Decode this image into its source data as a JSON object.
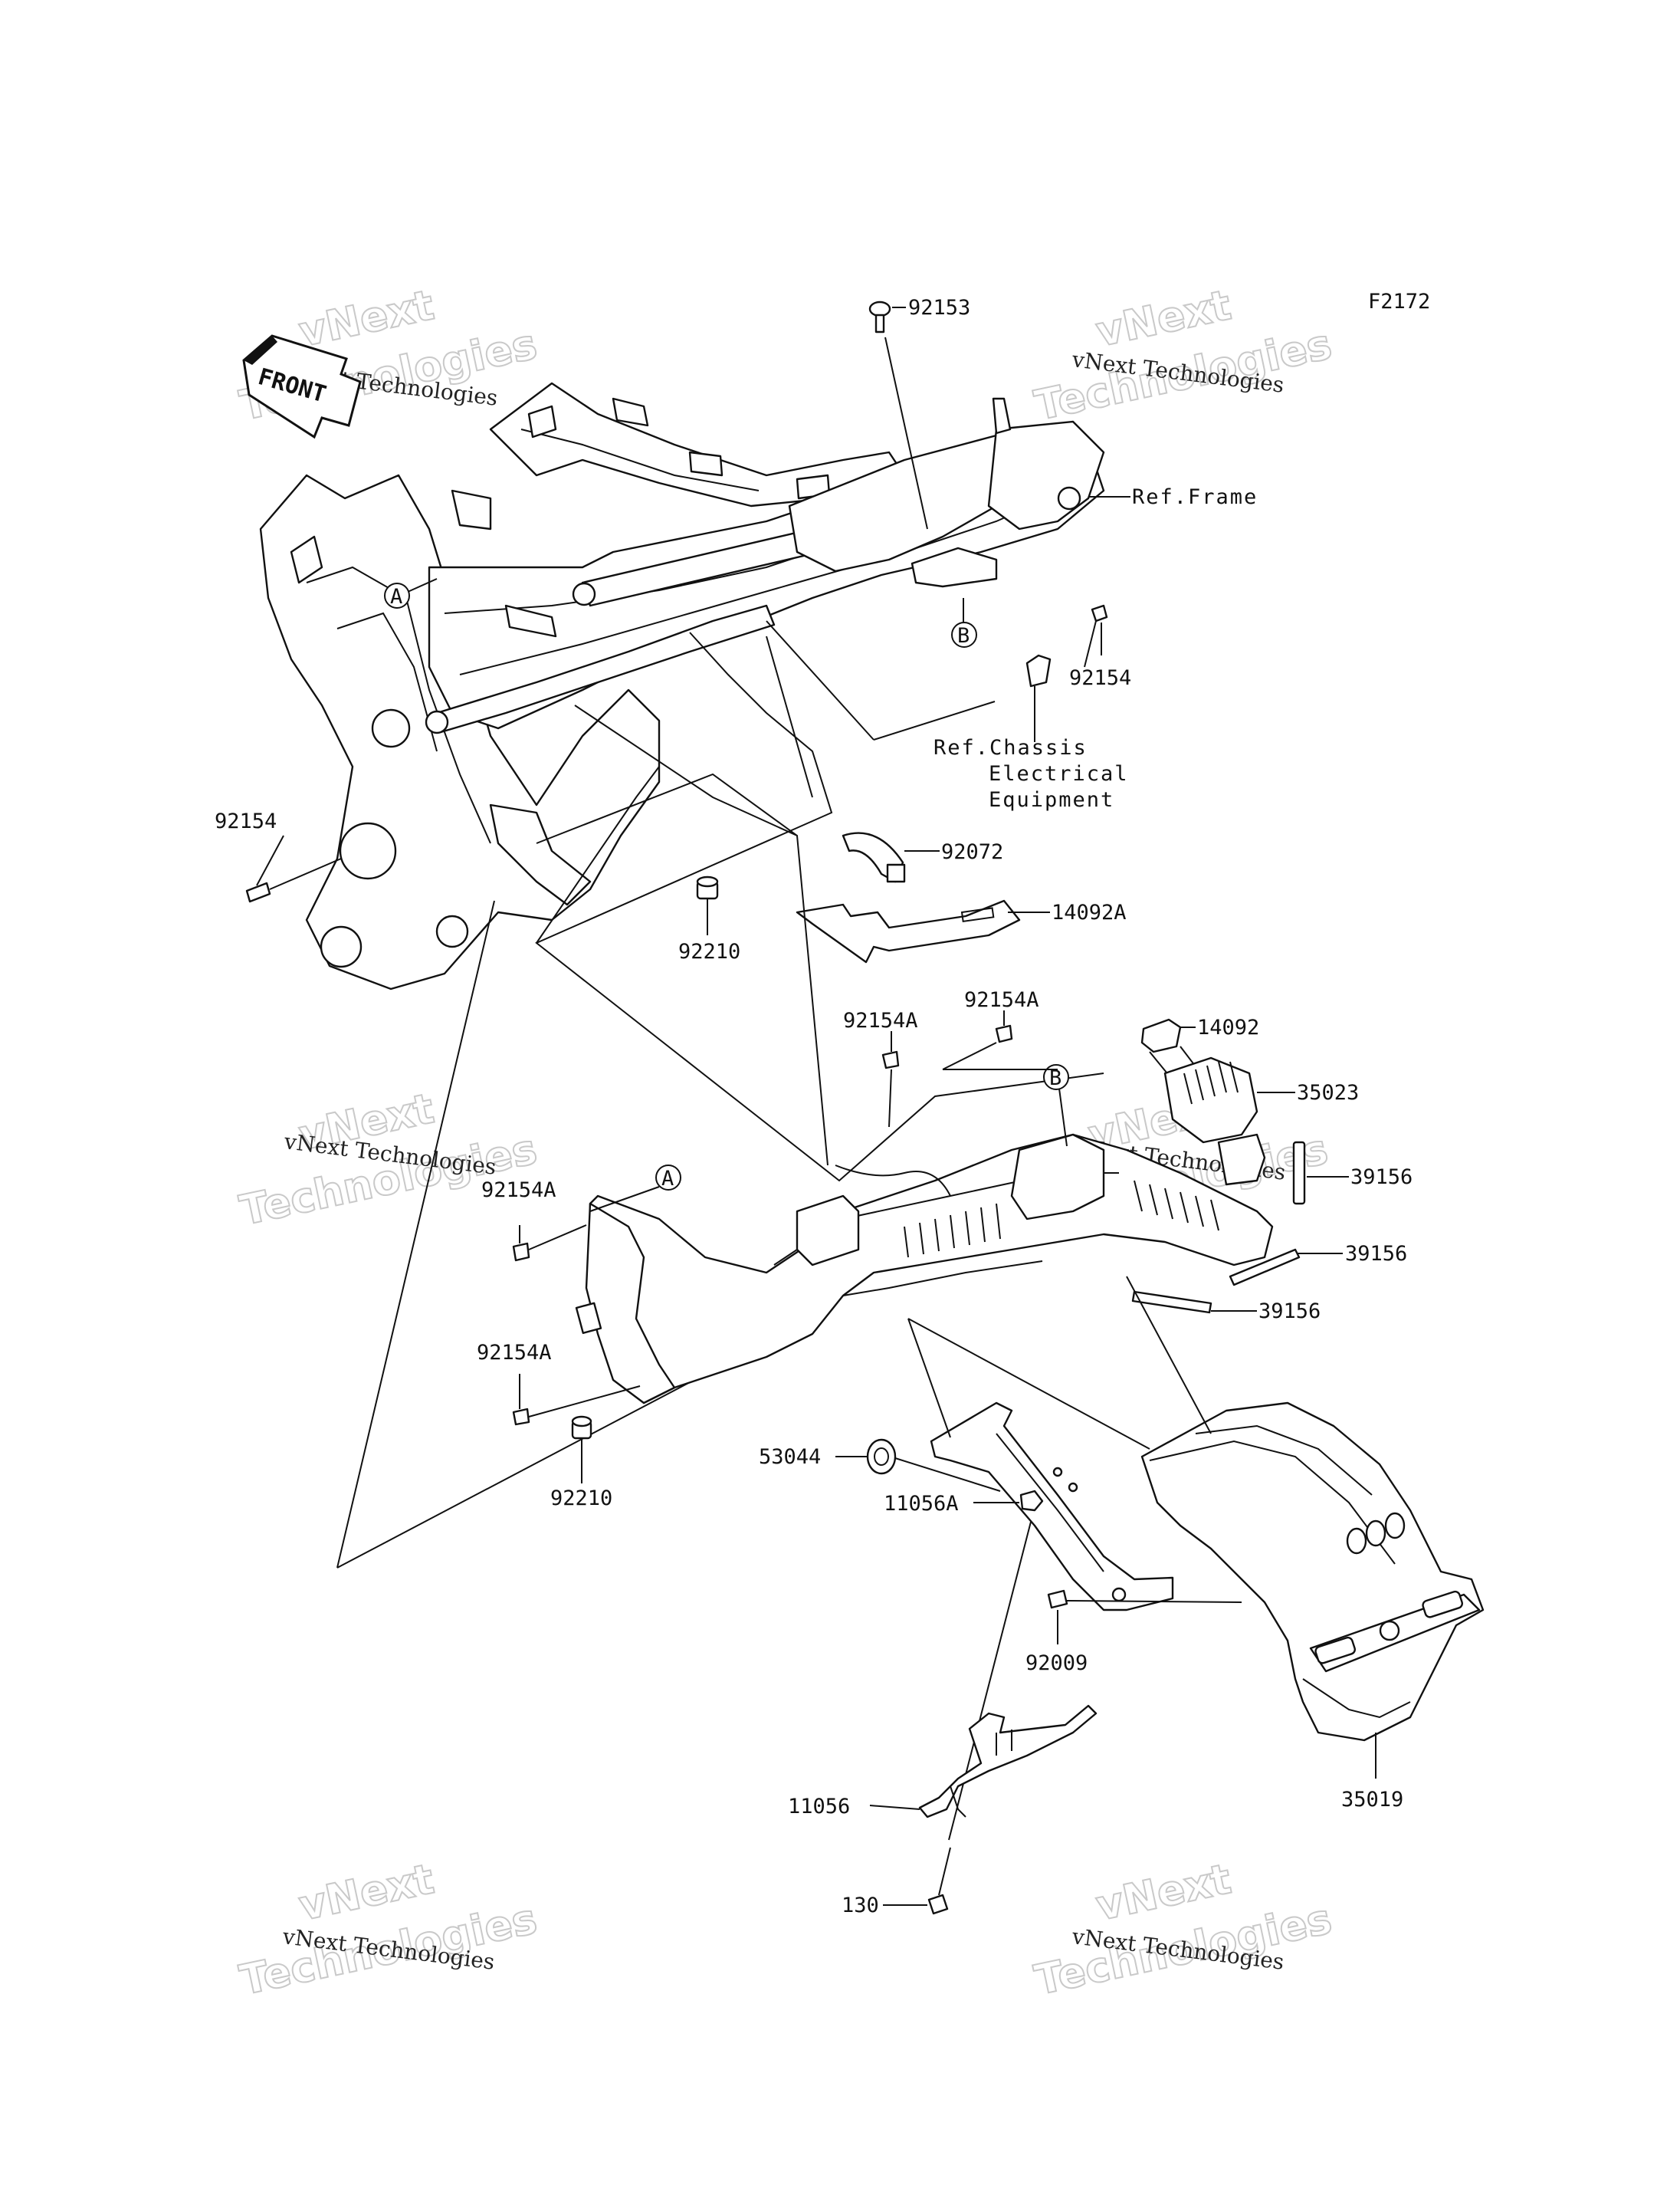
{
  "figure_code": "F2172",
  "front_arrow_label": "FRONT",
  "callout_letters": [
    "A",
    "B"
  ],
  "watermark": {
    "line1": "vNext Technologies",
    "line2": "vNext",
    "line3": "Technologies"
  },
  "part_numbers": {
    "p92153": "92153",
    "ref_frame": "Ref.Frame",
    "p92154_top": "92154",
    "ref_chassis_1": "Ref.Chassis",
    "ref_chassis_2": "Electrical",
    "ref_chassis_3": "Equipment",
    "p92154_left": "92154",
    "p92072": "92072",
    "p14092A": "14092A",
    "p92210_upper": "92210",
    "p92154A_1": "92154A",
    "p92154A_2": "92154A",
    "p14092": "14092",
    "p35023": "35023",
    "p39156_a": "39156",
    "p39156_b": "39156",
    "p39156_c": "39156",
    "p92154A_3": "92154A",
    "p92154A_4": "92154A",
    "p92210_lower": "92210",
    "p53044": "53044",
    "p11056A": "11056A",
    "p92009": "92009",
    "p35019": "35019",
    "p11056": "11056",
    "p130": "130"
  }
}
